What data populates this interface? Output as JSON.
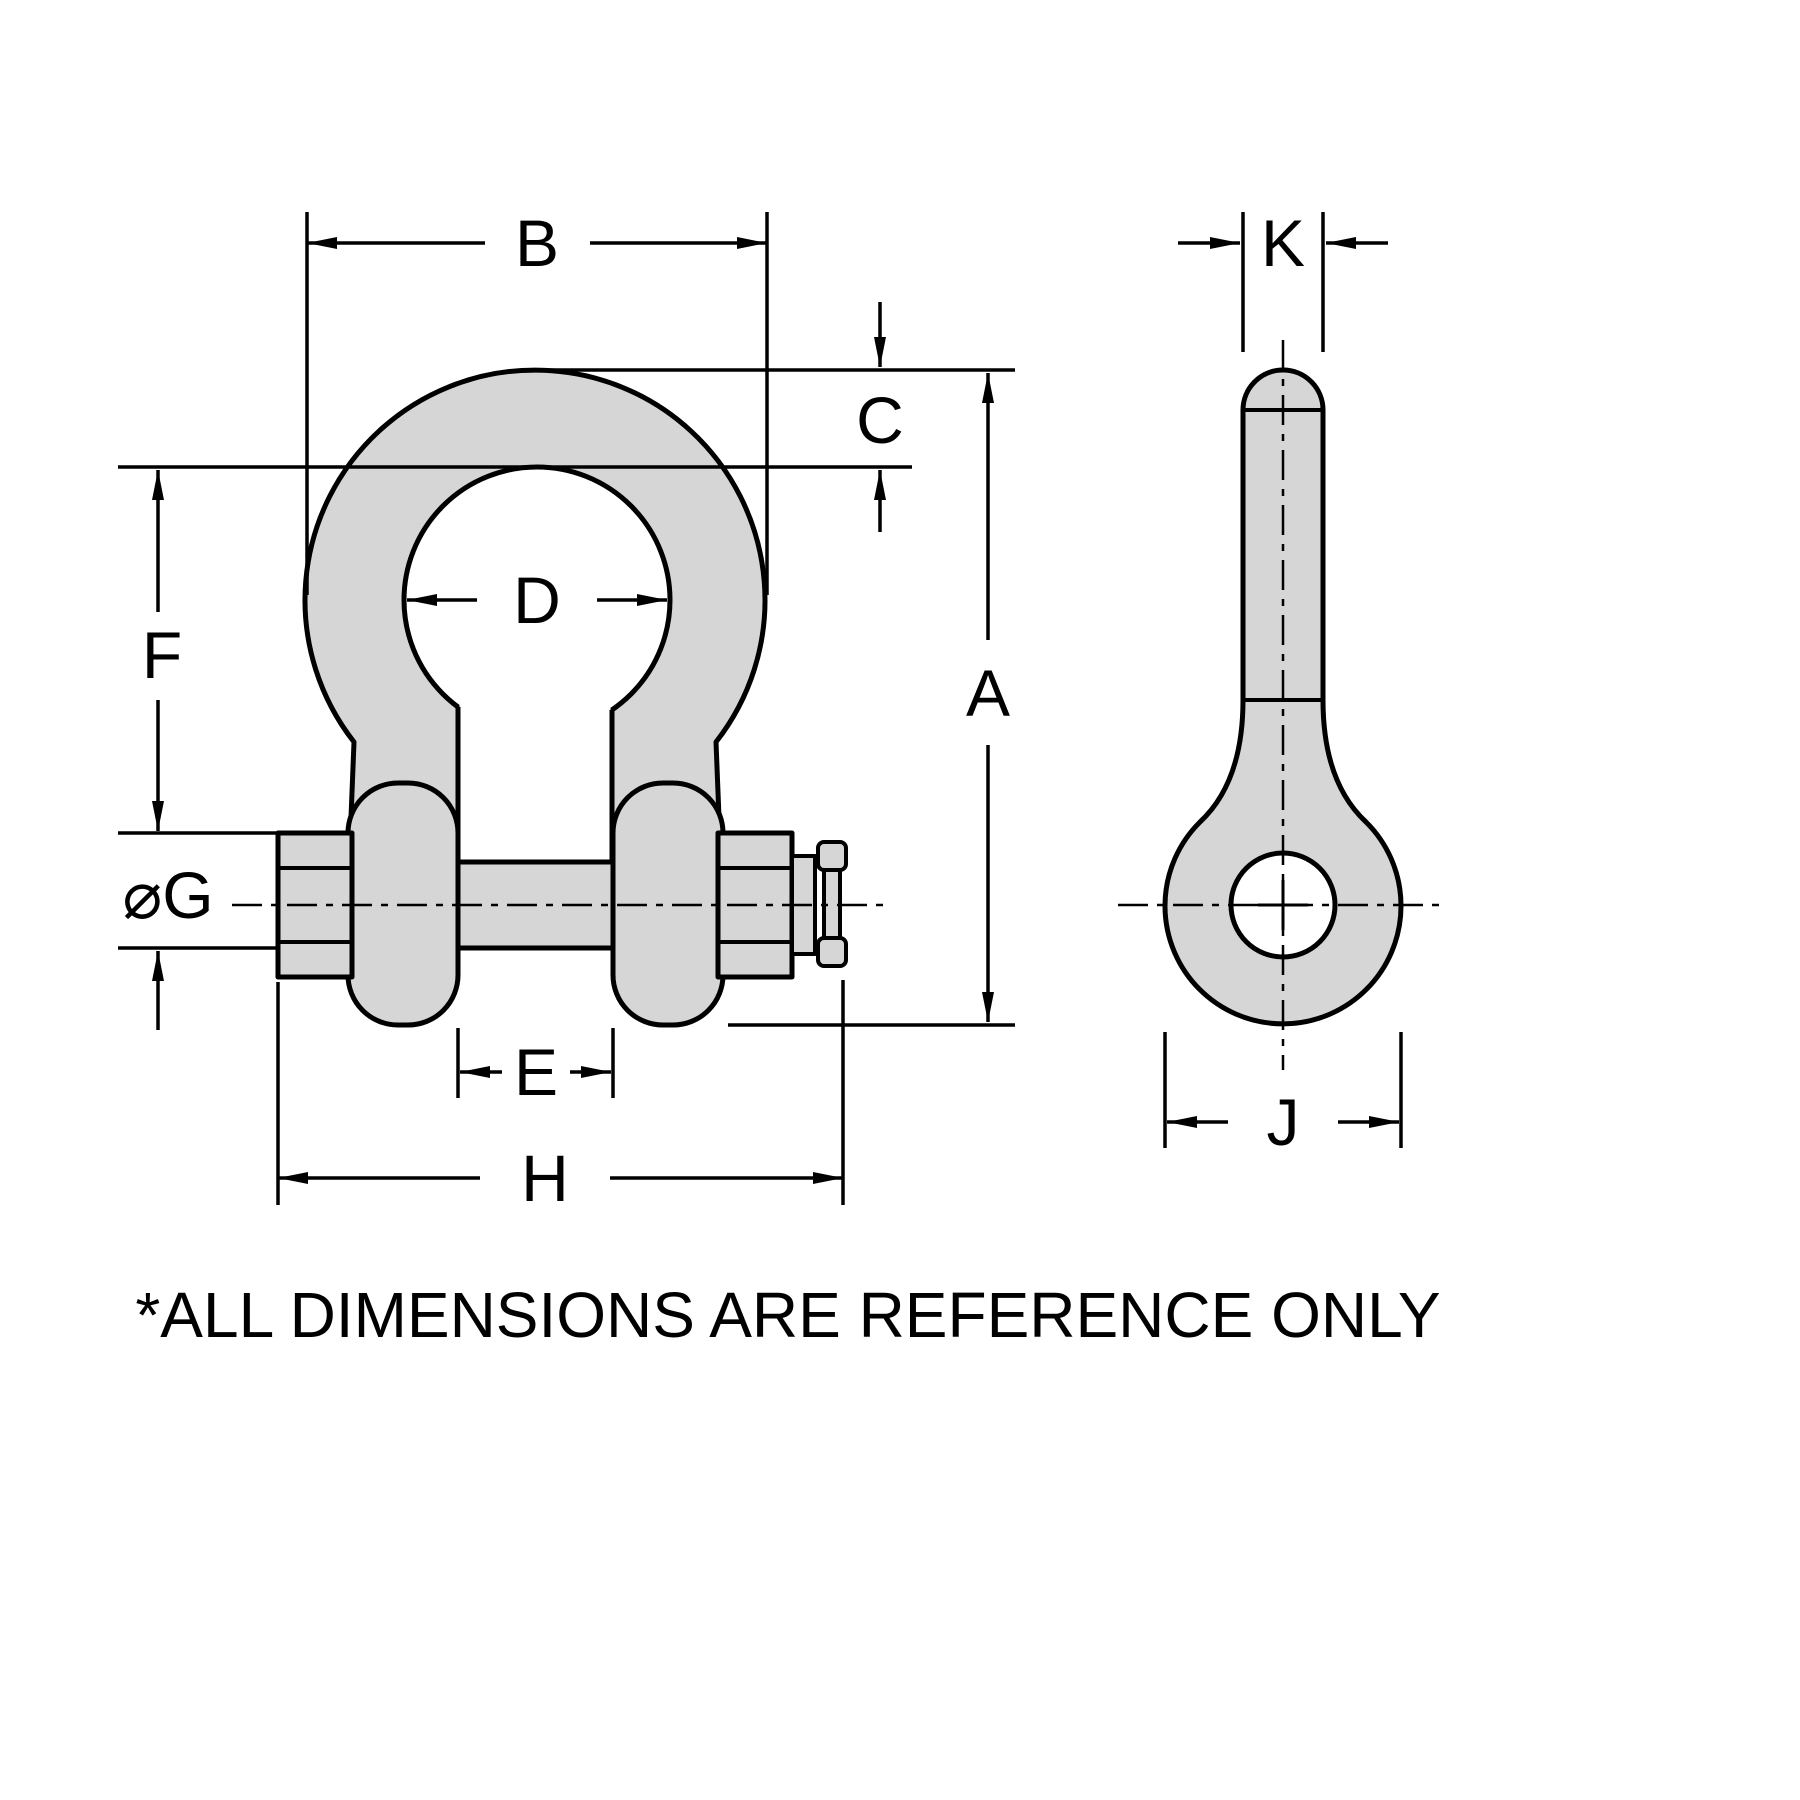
{
  "page": {
    "footnote": "*ALL DIMENSIONS ARE REFERENCE ONLY"
  },
  "drawing": {
    "colors": {
      "part_fill": "#d6d6d6",
      "line": "#000000",
      "background": "#ffffff"
    },
    "front_view": {
      "dimensions": {
        "A": "A",
        "B": "B",
        "C": "C",
        "D": "D",
        "E": "E",
        "F": "F",
        "G": "⌀G",
        "H": "H"
      }
    },
    "side_view": {
      "dimensions": {
        "J": "J",
        "K": "K"
      }
    }
  }
}
